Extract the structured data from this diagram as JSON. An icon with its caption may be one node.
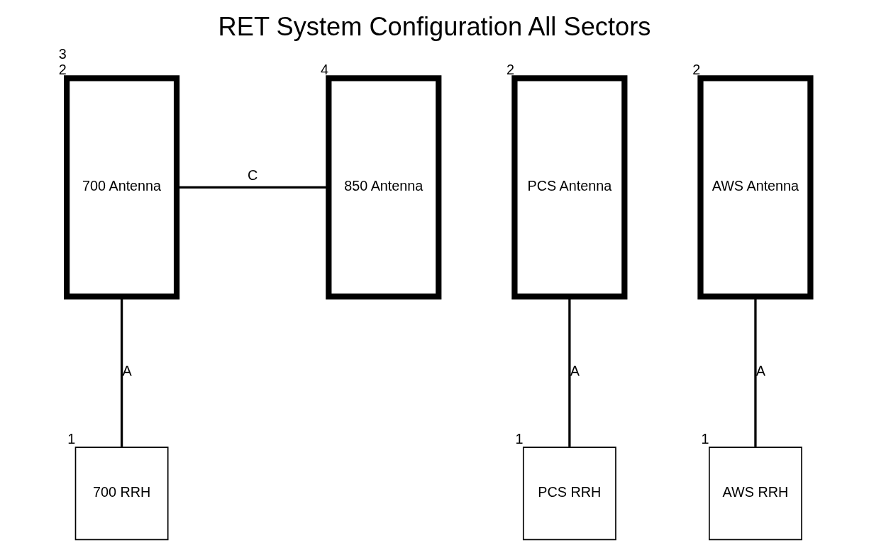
{
  "diagram": {
    "title": "RET System Configuration All Sectors",
    "nodes": [
      {
        "text": [
          "700 Antenna"
        ],
        "beside": [
          "3",
          "2"
        ]
      },
      {
        "text": [
          "850 Antenna"
        ],
        "beside": [
          "4"
        ]
      },
      {
        "text": [
          "PCS Antenna"
        ],
        "beside": [
          "2"
        ]
      },
      {
        "text": [
          "AWS Antenna"
        ],
        "beside": [
          "2"
        ]
      },
      {
        "text": [
          "700 RRH"
        ],
        "beside": [
          "1"
        ]
      },
      {
        "text": [
          "PCS RRH"
        ],
        "beside": [
          "1"
        ]
      },
      {
        "text": [
          "AWS RRH"
        ],
        "beside": [
          "1"
        ]
      }
    ],
    "edges": [
      {
        "from": 0,
        "to": 4,
        "arrow": "none",
        "label": "A"
      },
      {
        "from": 0,
        "to": 1,
        "arrow": "none",
        "label": "C"
      },
      {
        "from": 2,
        "to": 5,
        "arrow": "none",
        "label": "A"
      },
      {
        "from": 3,
        "to": 6,
        "arrow": "none",
        "label": "A"
      }
    ]
  }
}
